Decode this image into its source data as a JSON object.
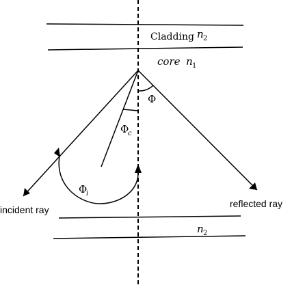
{
  "labels": {
    "cladding_word": "Cladding",
    "cladding_index": "n",
    "cladding_index_sub": "2",
    "core_word": "core",
    "core_index": "n",
    "core_index_sub": "1",
    "phi": "Φ",
    "phi_c": "Φ",
    "phi_c_sub": "c",
    "phi_i": "Φ",
    "phi_i_sub": "i",
    "incident_ray": "incident ray",
    "reflected_ray": "reflected ray",
    "bottom_index": "n",
    "bottom_index_sub": "2"
  },
  "colors": {
    "stroke": "#000000",
    "background": "#ffffff"
  }
}
